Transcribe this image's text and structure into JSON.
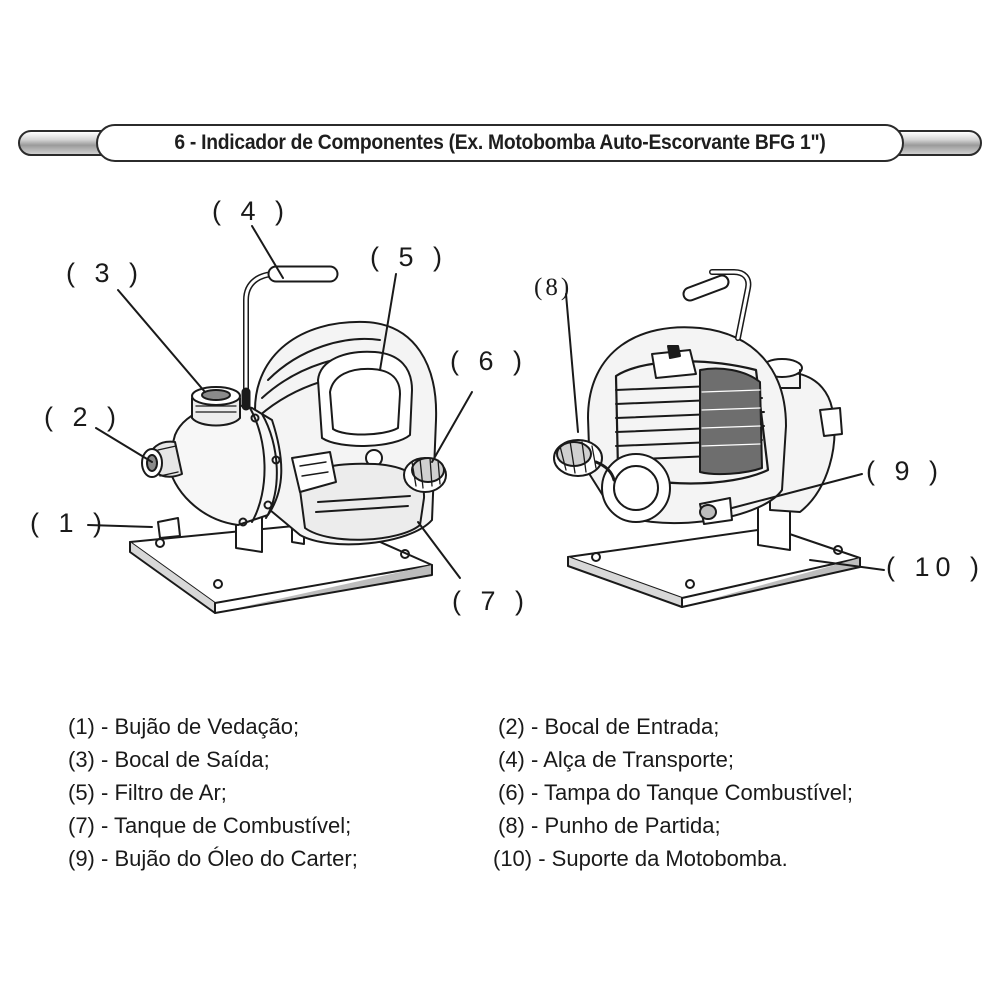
{
  "header": {
    "title": "6 - Indicador de Componentes (Ex. Motobomba Auto-Escorvante BFG 1\")"
  },
  "callouts": {
    "c1": "( 1 )",
    "c2": "( 2 )",
    "c3": "( 3 )",
    "c4": "( 4 )",
    "c5": "( 5 )",
    "c6": "( 6 )",
    "c7": "( 7 )",
    "c8": "(8)",
    "c9": "( 9 )",
    "c10": "( 10 )"
  },
  "legend": {
    "items": [
      "(1) - Bujão de Vedação;",
      "(2) - Bocal de Entrada;",
      "(3) - Bocal de Saída;",
      "(4) - Alça de Transporte;",
      "(5) - Filtro de Ar;",
      "(6) - Tampa do Tanque Combustível;",
      "(7) - Tanque de Combustível;",
      "(8) - Punho de Partida;",
      "(9) - Bujão do Óleo do Carter;",
      "(10) - Suporte da Motobomba."
    ]
  }
}
